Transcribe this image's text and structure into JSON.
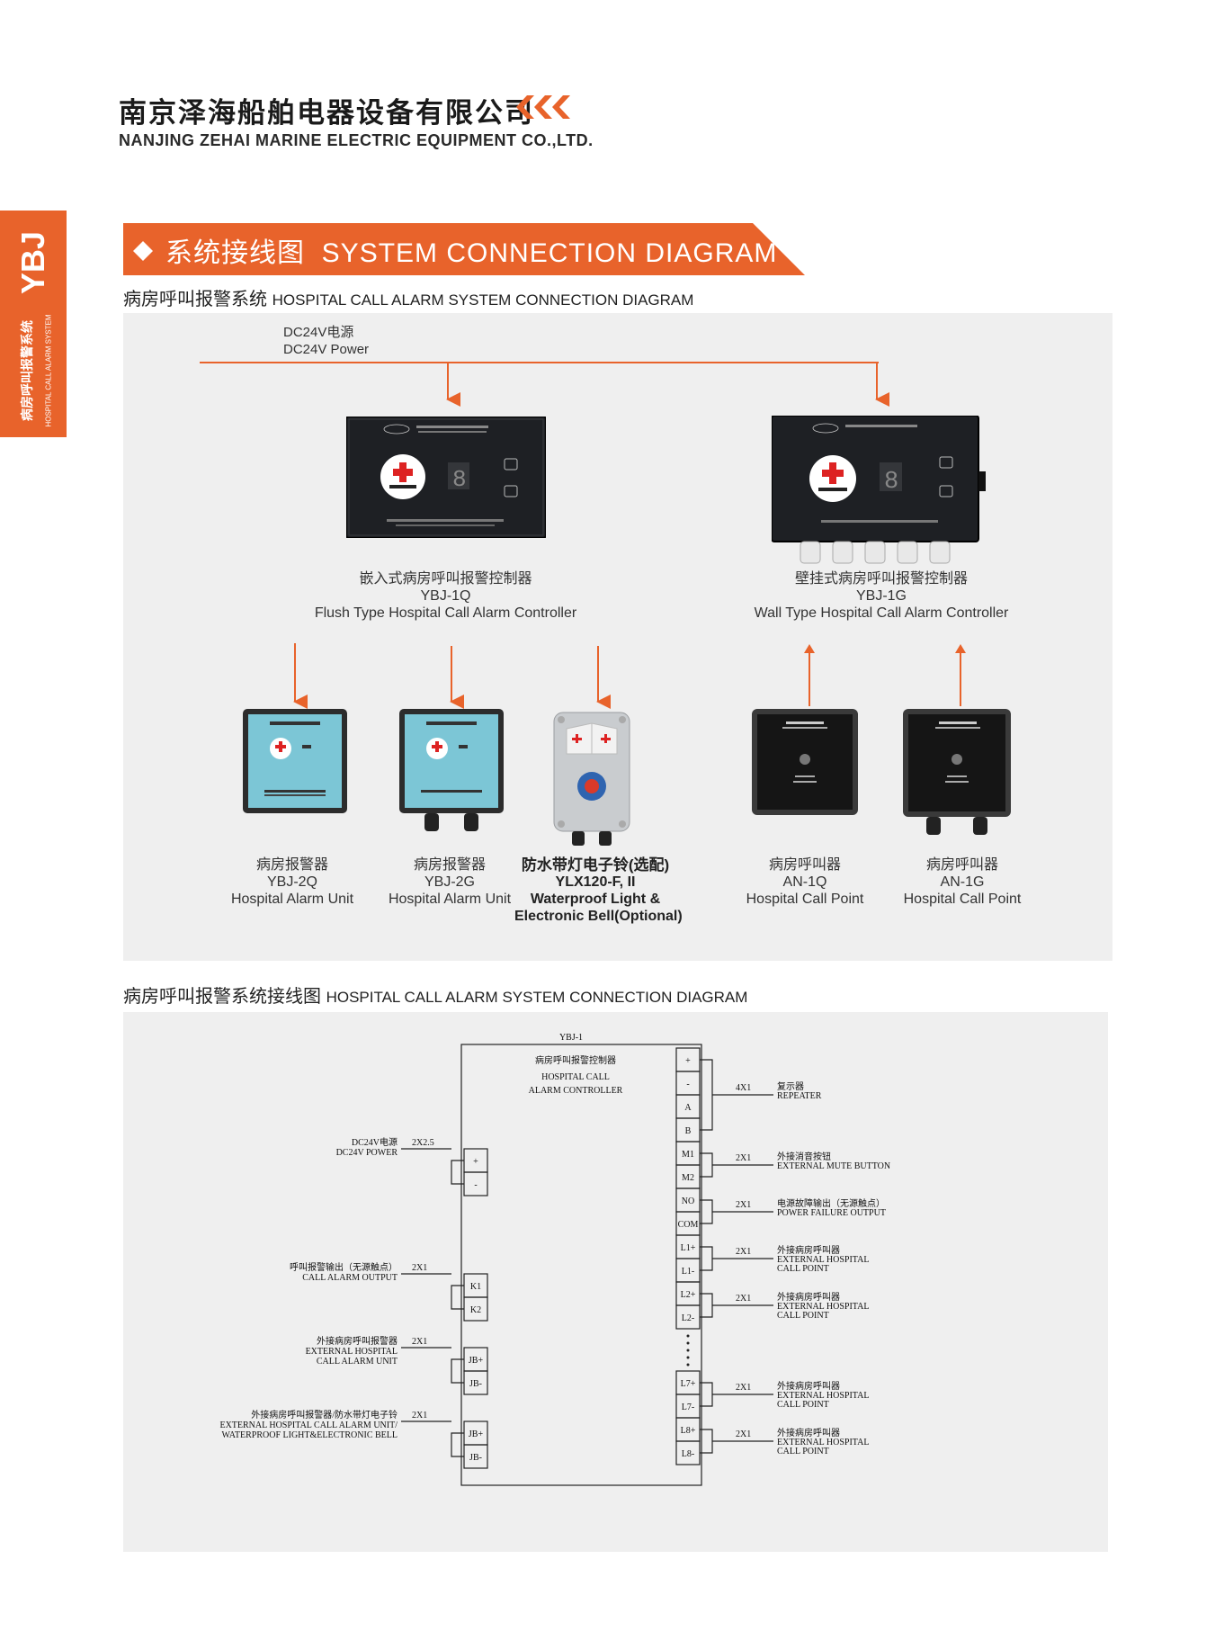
{
  "header": {
    "company_cn": "南京泽海船舶电器设备有限公司",
    "company_en": "NANJING ZEHAI MARINE ELECTRIC EQUIPMENT CO.,LTD."
  },
  "side_tab": {
    "code": "YBJ",
    "label_cn": "病房呼叫报警系统",
    "label_en": "HOSPITAL CALL ALARM SYSTEM"
  },
  "banner": {
    "title_cn": "系统接线图",
    "title_en": "SYSTEM CONNECTION DIAGRAM"
  },
  "section1": {
    "title_cn": "病房呼叫报警系统",
    "title_en": "HOSPITAL CALL ALARM SYSTEM CONNECTION DIAGRAM",
    "power_cn": "DC24V电源",
    "power_en": "DC24V Power",
    "controllers": [
      {
        "name_cn": "嵌入式病房呼叫报警控制器",
        "model": "YBJ-1Q",
        "name_en": "Flush Type Hospital Call Alarm Controller"
      },
      {
        "name_cn": "壁挂式病房呼叫报警控制器",
        "model": "YBJ-1G",
        "name_en": "Wall Type Hospital Call Alarm Controller"
      }
    ],
    "devices": [
      {
        "name_cn": "病房报警器",
        "model": "YBJ-2Q",
        "name_en": "Hospital Alarm Unit"
      },
      {
        "name_cn": "病房报警器",
        "model": "YBJ-2G",
        "name_en": "Hospital Alarm Unit"
      },
      {
        "name_cn": "防水带灯电子铃(选配)",
        "model": "YLX120-F, II",
        "name_en": "Waterproof Light &",
        "name_en2": "Electronic Bell(Optional)"
      },
      {
        "name_cn": "病房呼叫器",
        "model": "AN-1Q",
        "name_en": "Hospital Call Point"
      },
      {
        "name_cn": "病房呼叫器",
        "model": "AN-1G",
        "name_en": "Hospital Call Point"
      }
    ]
  },
  "section2": {
    "title_cn": "病房呼叫报警系统接线图",
    "title_en": "HOSPITAL CALL ALARM SYSTEM CONNECTION DIAGRAM",
    "controller_label": "YBJ-1",
    "controller_cn": "病房呼叫报警控制器",
    "controller_en1": "HOSPITAL CALL",
    "controller_en2": "ALARM CONTROLLER",
    "left_terminals": [
      "+",
      "-",
      "K1",
      "K2",
      "JB+",
      "JB-",
      "JB+",
      "JB-"
    ],
    "right_terminals": [
      "+",
      "-",
      "A",
      "B",
      "M1",
      "M2",
      "NO",
      "COM",
      "L1+",
      "L1-",
      "L2+",
      "L2-",
      "L7+",
      "L7-",
      "L8+",
      "L8-"
    ],
    "left_labels": [
      {
        "cable": "2X2.5",
        "cn": "DC24V电源",
        "en": "DC24V POWER"
      },
      {
        "cable": "2X1",
        "cn": "呼叫报警输出（无源触点）",
        "en": "CALL ALARM OUTPUT"
      },
      {
        "cable": "2X1",
        "cn": "外接病房呼叫报警器",
        "en": "EXTERNAL HOSPITAL",
        "en2": "CALL ALARM UNIT"
      },
      {
        "cable": "2X1",
        "cn": "外接病房呼叫报警器/防水带灯电子铃",
        "en": "EXTERNAL HOSPITAL CALL ALARM UNIT/",
        "en2": "WATERPROOF LIGHT&ELECTRONIC BELL"
      }
    ],
    "right_labels": [
      {
        "cable": "4X1",
        "cn": "复示器",
        "en": "REPEATER"
      },
      {
        "cable": "2X1",
        "cn": "外接消音按钮",
        "en": "EXTERNAL MUTE BUTTON"
      },
      {
        "cable": "2X1",
        "cn": "电源故障输出（无源触点）",
        "en": "POWER FAILURE OUTPUT"
      },
      {
        "cable": "2X1",
        "cn": "外接病房呼叫器",
        "en": "EXTERNAL HOSPITAL",
        "en2": "CALL POINT"
      },
      {
        "cable": "2X1",
        "cn": "外接病房呼叫器",
        "en": "EXTERNAL HOSPITAL",
        "en2": "CALL POINT"
      },
      {
        "cable": "2X1",
        "cn": "外接病房呼叫器",
        "en": "EXTERNAL HOSPITAL",
        "en2": "CALL POINT"
      },
      {
        "cable": "2X1",
        "cn": "外接病房呼叫器",
        "en": "EXTERNAL HOSPITAL",
        "en2": "CALL POINT"
      }
    ]
  },
  "colors": {
    "accent": "#e8632b",
    "panel": "#efefef",
    "wire": "#e8632b"
  }
}
